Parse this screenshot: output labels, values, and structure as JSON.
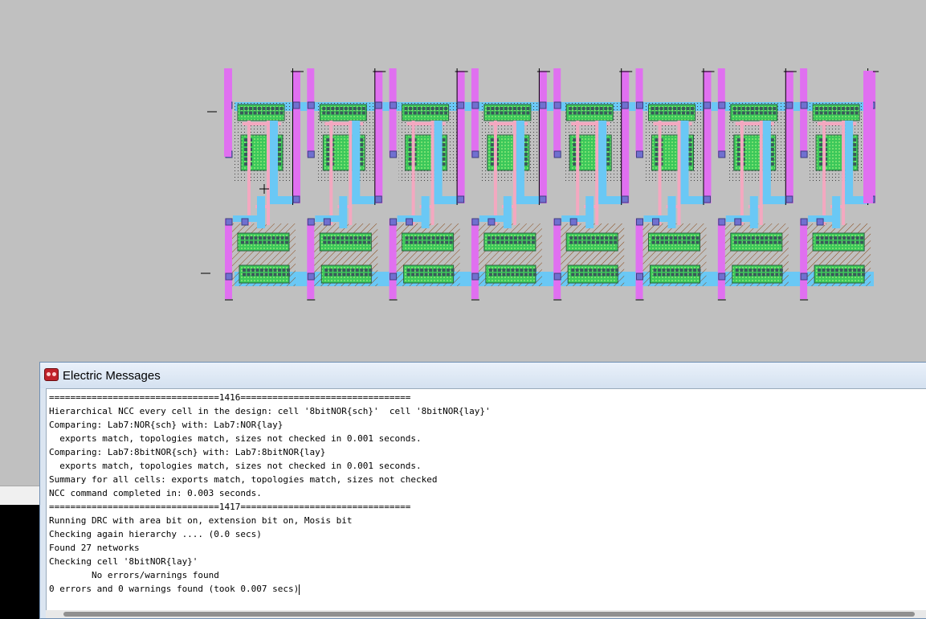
{
  "window": {
    "title": "Electric Messages",
    "icon": "electric-app-icon"
  },
  "messages": [
    "================================1416================================",
    "Hierarchical NCC every cell in the design: cell '8bitNOR{sch}'  cell '8bitNOR{lay}'",
    "Comparing: Lab7:NOR{sch} with: Lab7:NOR{lay}",
    "  exports match, topologies match, sizes not checked in 0.001 seconds.",
    "Comparing: Lab7:8bitNOR{sch} with: Lab7:8bitNOR{lay}",
    "  exports match, topologies match, sizes not checked in 0.001 seconds.",
    "Summary for all cells: exports match, topologies match, sizes not checked",
    "NCC command completed in: 0.003 seconds.",
    "================================1417================================",
    "Running DRC with area bit on, extension bit on, Mosis bit",
    "Checking again hierarchy .... (0.0 secs)",
    "Found 27 networks",
    "Checking cell '8bitNOR{lay}'",
    "        No errors/warnings found",
    "0 errors and 0 warnings found (took 0.007 secs)"
  ],
  "layout": {
    "cell_count": 8
  },
  "colors": {
    "canvas_bg": "#c0c0c0",
    "metal1": "#6ac8f5",
    "metal2": "#e070f0",
    "polysilicon": "#f4a8c0",
    "active": "#3cc85a",
    "contact": "#3a5a5a",
    "via": "#7070d0"
  }
}
